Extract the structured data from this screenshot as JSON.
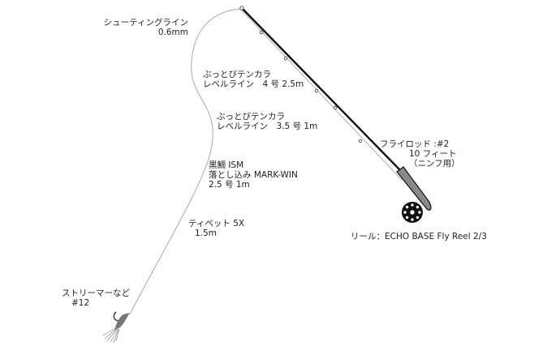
{
  "diagram": {
    "type": "fly fishing tackle diagram",
    "labels": {
      "shooting_line": {
        "name": "シューティングライン",
        "spec": "0.6mm"
      },
      "level_line_1": {
        "name": "ぶっとびテンカラ",
        "spec": "レベルライン　4 号 2.5m"
      },
      "level_line_2": {
        "name": "ぶっとびテンカラ",
        "spec": "レベルライン　3.5 号 1m"
      },
      "harris": {
        "name": "黒鯛 ISM",
        "product": "落とし込み MARK-WIN",
        "spec": "2.5 号 1m"
      },
      "tippet": {
        "name": "ティペット 5X",
        "spec": "1.5m"
      },
      "fly": {
        "name": "ストリーマーなど",
        "spec": "#12"
      },
      "rod": {
        "name": "フライロッド :#2",
        "length": "10 フィート",
        "type": "（ニンフ用）"
      },
      "reel": {
        "name": "リール：ECHO BASE Fly Reel 2/3"
      }
    },
    "colors": {
      "rod": "#111111",
      "line": "#a8a8a8",
      "grip": "#8a8a8a",
      "reel": "#111111",
      "fly": "#777777"
    }
  }
}
